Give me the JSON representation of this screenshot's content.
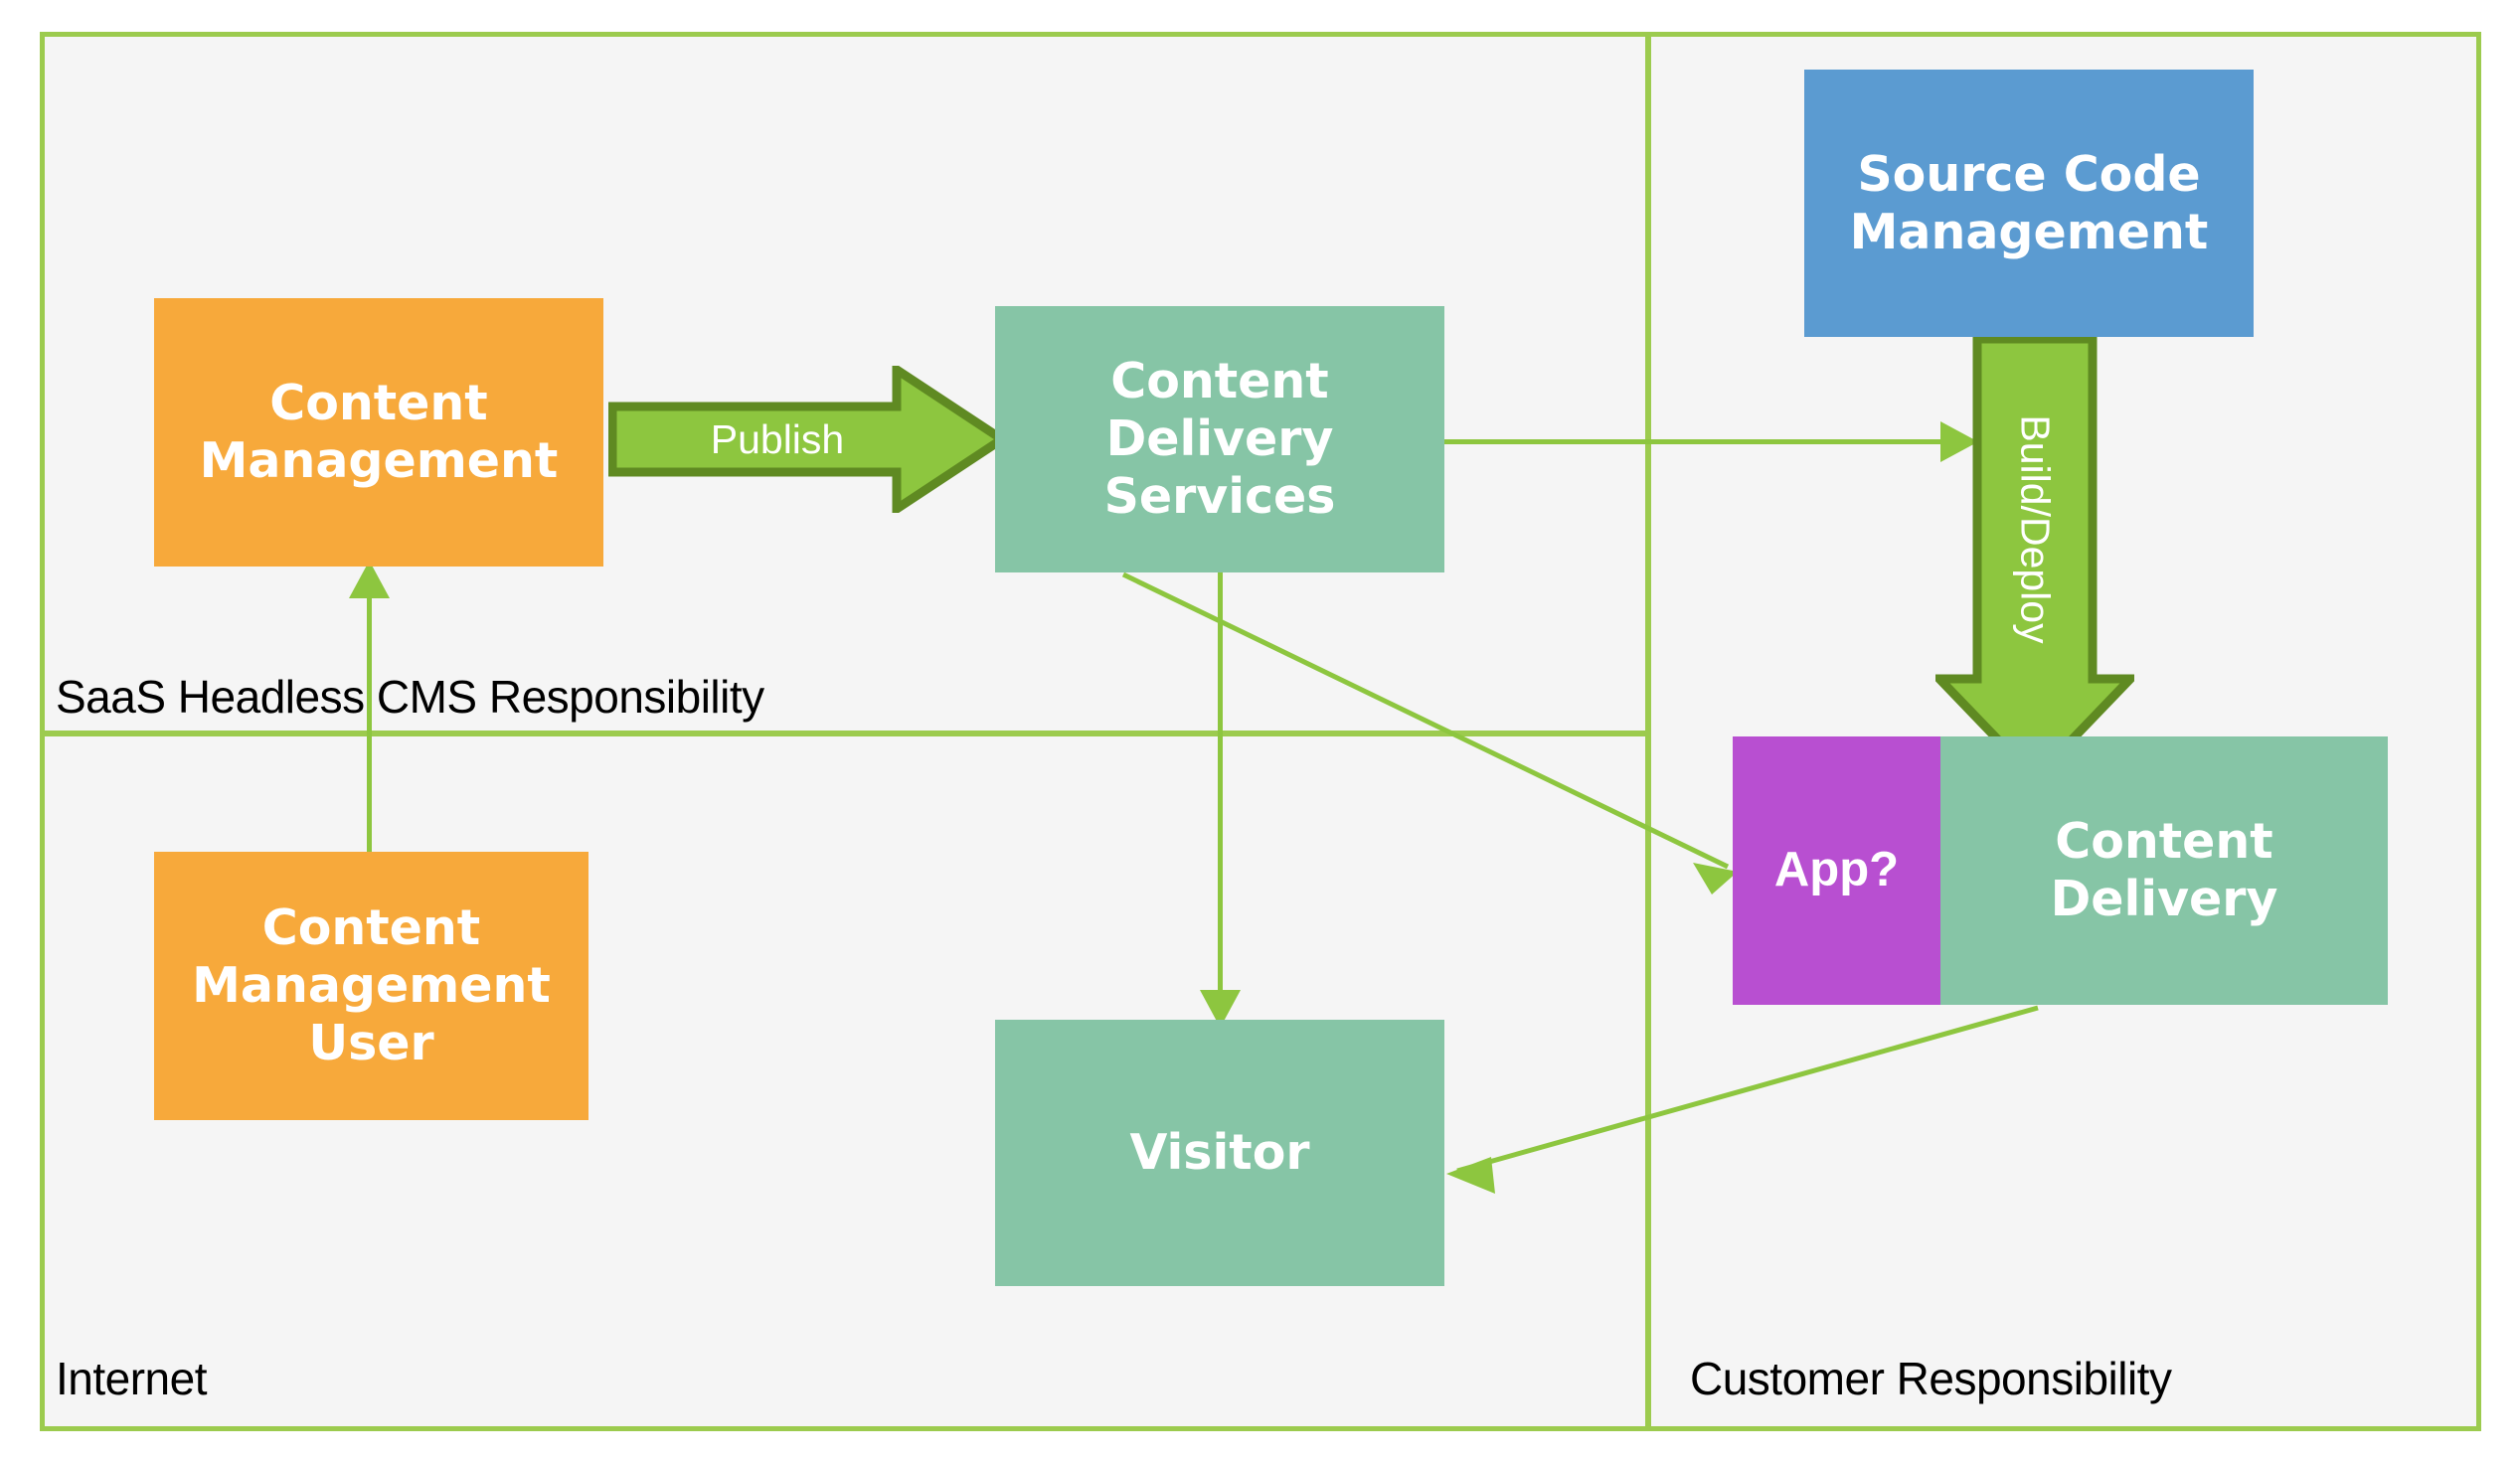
{
  "diagram": {
    "title": "SaaS Headless CMS responsibility split diagram",
    "colors": {
      "zone_border": "#9ccb4e",
      "zone_fill": "#f5f5f5",
      "orange": "#f7a93b",
      "green_box": "#86c5a6",
      "blue": "#5b9bd1",
      "purple": "#b84fd1",
      "arrow_green": "#8dc63f",
      "arrow_green_dark": "#5f8a22",
      "connector_green": "#8dc63f",
      "text_white": "#ffffff",
      "text_black": "#000000"
    },
    "zones": [
      {
        "id": "saas",
        "label": "SaaS Headless CMS Responsibility"
      },
      {
        "id": "internet",
        "label": "Internet"
      },
      {
        "id": "customer",
        "label": "Customer Responsibility"
      }
    ],
    "nodes": [
      {
        "id": "content-management",
        "label": "Content Management",
        "line1": "Content",
        "line2": "Management",
        "color": "#f7a93b",
        "zone": "saas"
      },
      {
        "id": "content-management-user",
        "label": "Content Management User",
        "line1": "Content",
        "line2": "Management",
        "line3": "User",
        "color": "#f7a93b",
        "zone": "internet"
      },
      {
        "id": "content-delivery-services",
        "label": "Content Delivery Services",
        "line1": "Content",
        "line2": "Delivery",
        "line3": "Services",
        "color": "#86c5a6",
        "zone": "saas"
      },
      {
        "id": "visitor",
        "label": "Visitor",
        "line1": "Visitor",
        "color": "#86c5a6",
        "zone": "internet"
      },
      {
        "id": "source-code-management",
        "label": "Source Code Management",
        "line1": "Source Code",
        "line2": "Management",
        "color": "#5b9bd1",
        "zone": "customer"
      },
      {
        "id": "app",
        "label": "App?",
        "line1": "App?",
        "color": "#b84fd1",
        "zone": "customer"
      },
      {
        "id": "content-delivery",
        "label": "Content Delivery",
        "line1": "Content",
        "line2": "Delivery",
        "color": "#86c5a6",
        "zone": "customer"
      }
    ],
    "block_arrows": [
      {
        "id": "publish",
        "label": "Publish",
        "from": "content-management",
        "to": "content-delivery-services",
        "direction": "right"
      },
      {
        "id": "build-deploy",
        "label": "Build/Deploy",
        "from": "source-code-management",
        "to": "content-delivery",
        "direction": "down"
      }
    ],
    "connectors": [
      {
        "id": "user-to-cm",
        "from": "content-management-user",
        "to": "content-management",
        "label": ""
      },
      {
        "id": "cds-to-visitor",
        "from": "content-delivery-services",
        "to": "visitor",
        "label": ""
      },
      {
        "id": "cds-to-build-deploy",
        "from": "content-delivery-services",
        "to": "build-deploy",
        "label": ""
      },
      {
        "id": "cds-to-app",
        "from": "content-delivery-services",
        "to": "app",
        "label": ""
      },
      {
        "id": "content-delivery-to-visitor",
        "from": "content-delivery",
        "to": "visitor",
        "label": ""
      }
    ]
  }
}
